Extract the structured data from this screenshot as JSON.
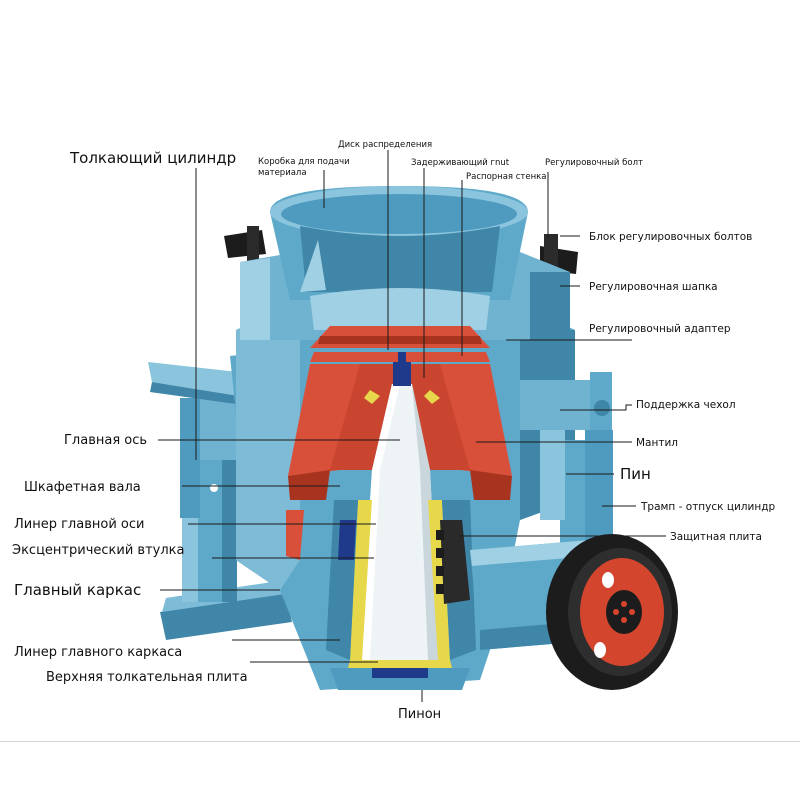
{
  "labels": {
    "pusher_cylinder": "Толкающий цилиндр",
    "feed_box": "Коробка для подачи материала",
    "distribution_disc": "Диск распределения",
    "retaining_nut": "Задерживающий гnut",
    "spacer_wall": "Распорная стенка",
    "adjusting_bolt": "Регулировочный болт",
    "adjusting_bolt_block": "Блок регулировочных болтов",
    "adjusting_cap": "Регулировочная шапка",
    "adjusting_adapter": "Регулировочный адаптер",
    "support_cover": "Поддержка чехол",
    "main_shaft": "Главная ось",
    "mantle": "Мантил",
    "pin": "Пин",
    "countershaft": "Шкафетная вала",
    "tramp_release": "Трамп - отпуск цилиндр",
    "main_shaft_liner": "Линер главной оси",
    "protective_plate": "Защитная плита",
    "eccentric_bushing": "Эксцентрический втулка",
    "main_frame": "Главный каркас",
    "main_frame_liner": "Линер главного каркаса",
    "upper_thrust_plate": "Верхняя толкательная плита",
    "pinion": "Пинон"
  },
  "colors": {
    "body_blue": "#5ea9c9",
    "body_dark": "#3f86a8",
    "body_light": "#9fd0e4",
    "mantle_red": "#d9503a",
    "mantle_dark": "#a8341f",
    "liner_yellow": "#e6d84a",
    "shaft_white": "#eef3f5",
    "pulley_red": "#d4452e",
    "black": "#1c1c1c"
  }
}
